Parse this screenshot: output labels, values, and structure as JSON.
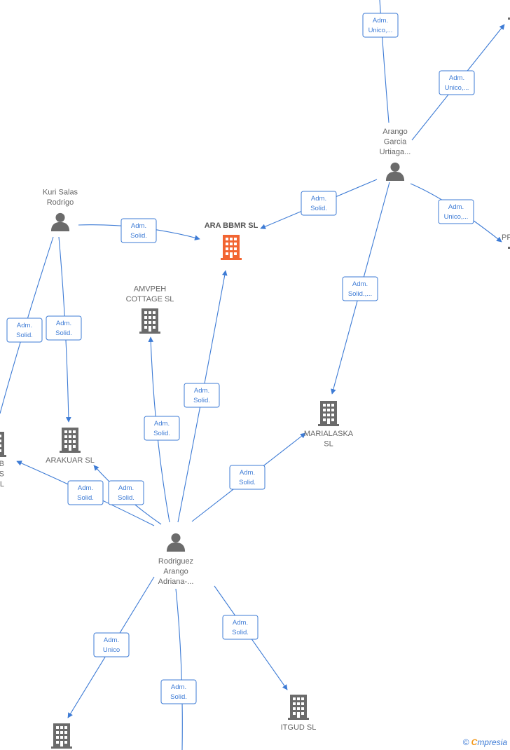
{
  "colors": {
    "edge": "#3d7bd5",
    "node": "#6b6b6b",
    "main_node": "#f26532"
  },
  "nodes": [
    {
      "id": "ara",
      "type": "company",
      "main": true,
      "label": [
        "ARA BBMR  SL"
      ]
    },
    {
      "id": "arango",
      "type": "person",
      "label": [
        "Arango",
        "Garcia",
        "Urtiaga..."
      ]
    },
    {
      "id": "kuri",
      "type": "person",
      "label": [
        "Kuri Salas",
        "Rodrigo"
      ]
    },
    {
      "id": "amvpeh",
      "type": "company",
      "label": [
        "AMVPEH",
        "COTTAGE  SL"
      ]
    },
    {
      "id": "marialaska",
      "type": "company",
      "label": [
        "MARIALASKA",
        "SL"
      ]
    },
    {
      "id": "arakuar",
      "type": "company",
      "label": [
        "ARAKUAR  SL"
      ]
    },
    {
      "id": "left_company",
      "type": "company",
      "label": [
        "OB",
        "ONES",
        "L"
      ]
    },
    {
      "id": "rodriguez",
      "type": "person",
      "label": [
        "Rodriguez",
        "Arango",
        "Adriana-..."
      ]
    },
    {
      "id": "itgud",
      "type": "company",
      "label": [
        "ITGUD  SL"
      ]
    },
    {
      "id": "bottom_company",
      "type": "company",
      "label": []
    },
    {
      "id": "right_company",
      "type": "company",
      "label": [
        "PF"
      ]
    },
    {
      "id": "top_right_company",
      "type": "company",
      "label": []
    }
  ],
  "edges": [
    {
      "id": "e1",
      "label": [
        "Adm.",
        "Unico,..."
      ]
    },
    {
      "id": "e2",
      "label": [
        "Adm.",
        "Unico,..."
      ]
    },
    {
      "id": "e3",
      "label": [
        "Adm.",
        "Solid."
      ]
    },
    {
      "id": "e4",
      "label": [
        "Adm.",
        "Unico,..."
      ]
    },
    {
      "id": "e5",
      "label": [
        "Adm.",
        "Solid.,..."
      ]
    },
    {
      "id": "e6",
      "label": [
        "Adm.",
        "Solid."
      ]
    },
    {
      "id": "e7",
      "label": [
        "Adm.",
        "Solid."
      ]
    },
    {
      "id": "e8",
      "label": [
        "Adm.",
        "Solid."
      ]
    },
    {
      "id": "e9",
      "label": [
        "Adm.",
        "Solid."
      ]
    },
    {
      "id": "e10",
      "label": [
        "Adm.",
        "Solid."
      ]
    },
    {
      "id": "e11",
      "label": [
        "Adm.",
        "Solid."
      ]
    },
    {
      "id": "e12",
      "label": [
        "Adm.",
        "Solid."
      ]
    },
    {
      "id": "e13",
      "label": [
        "Adm.",
        "Solid."
      ]
    },
    {
      "id": "e14",
      "label": [
        "Adm.",
        "Solid."
      ]
    },
    {
      "id": "e15",
      "label": [
        "Adm.",
        "Unico"
      ]
    },
    {
      "id": "e16",
      "label": [
        "Adm.",
        "Solid."
      ]
    },
    {
      "id": "e17",
      "label": [
        "Adm.",
        "Solid."
      ]
    }
  ],
  "footer": {
    "copyright": "©",
    "brand_initial": "C",
    "brand_rest": "mpresia"
  }
}
